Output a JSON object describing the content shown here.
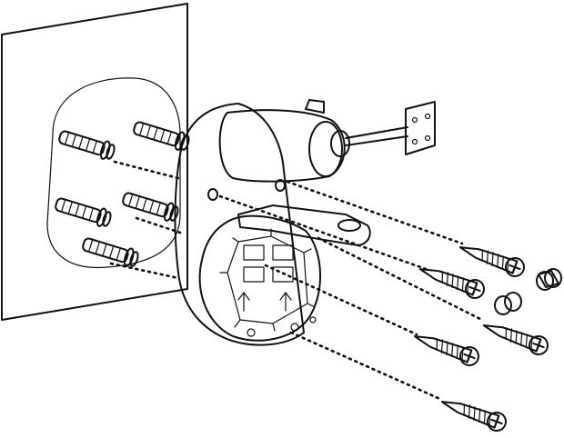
{
  "colors": {
    "line": "#111111",
    "background": "#ffffff",
    "cap_fill": "#c4c4c4"
  },
  "anchor_count": 5,
  "screw_count": 5,
  "cap_count": 2
}
